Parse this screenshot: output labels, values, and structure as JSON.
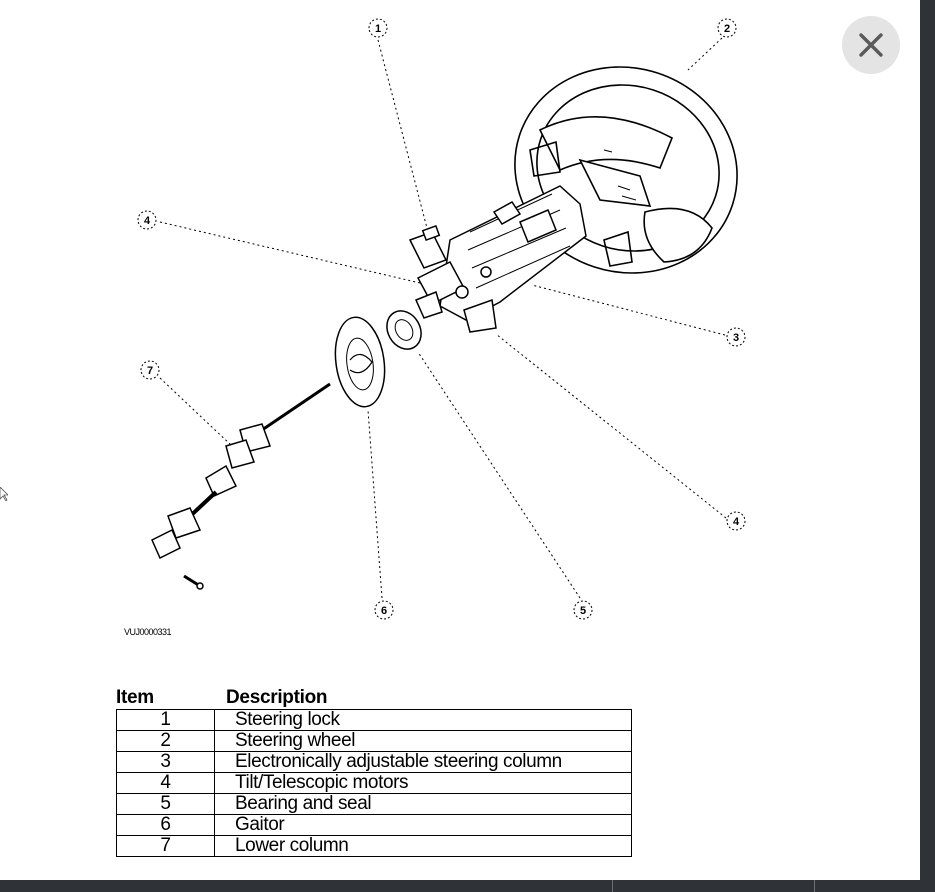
{
  "viewer": {
    "close_icon": "close-icon"
  },
  "diagram": {
    "callouts": [
      "1",
      "2",
      "4",
      "3",
      "7",
      "4",
      "6",
      "5"
    ],
    "figure_id": "VUJ0000331"
  },
  "table": {
    "headers": {
      "item": "Item",
      "description": "Description"
    },
    "rows": [
      {
        "item": "1",
        "description": "Steering lock"
      },
      {
        "item": "2",
        "description": "Steering wheel"
      },
      {
        "item": "3",
        "description": "Electronically adjustable steering column"
      },
      {
        "item": "4",
        "description": "Tilt/Telescopic motors"
      },
      {
        "item": "5",
        "description": "Bearing and seal"
      },
      {
        "item": "6",
        "description": "Gaitor"
      },
      {
        "item": "7",
        "description": "Lower column"
      }
    ]
  }
}
